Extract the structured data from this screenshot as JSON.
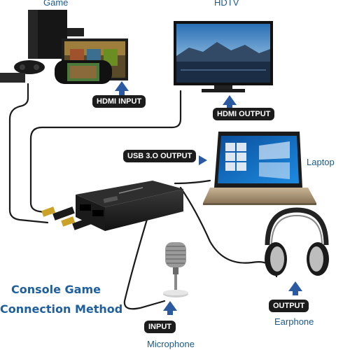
{
  "devices": {
    "game": "Game",
    "hdtv": "HDTV",
    "laptop": "Laptop",
    "earphone": "Earphone",
    "microphone": "Microphone"
  },
  "connections": {
    "hdmi_input": "HDMI INPUT",
    "hdmi_output": "HDMI OUTPUT",
    "usb_output": "USB 3.O OUTPUT",
    "audio_output": "OUTPUT",
    "mic_input": "INPUT"
  },
  "method": {
    "line1": "Console Game",
    "line2": "Connection Method"
  },
  "colors": {
    "accent_blue": "#2c5aa0",
    "label_blue": "#1a5a8c",
    "title_blue": "#1f5fa0",
    "pill_bg": "#1c1c1c",
    "cable": "#1a1a1a",
    "hdmi_gold": "#c9a227"
  },
  "icons": [
    "arrow-up-icon",
    "arrow-right-icon",
    "hdmi-plug-icon"
  ]
}
